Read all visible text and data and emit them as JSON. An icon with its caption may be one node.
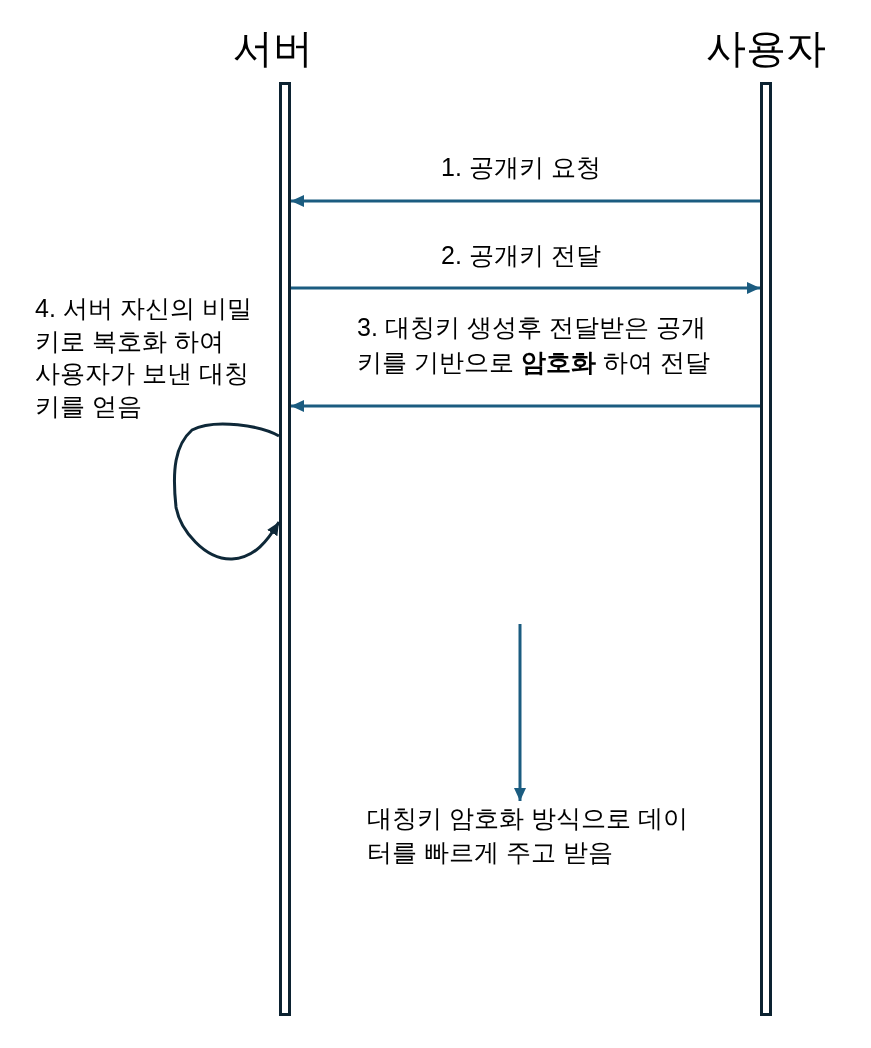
{
  "diagram": {
    "nodes": [
      {
        "text": [
          "서버"
        ]
      },
      {
        "text": [
          "사용자"
        ]
      },
      {
        "text": [
          "대칭키 암호화 방식으로 데이 터를 빠르게 주고 받음"
        ]
      }
    ],
    "edges": [
      {
        "from": 1,
        "to": 0,
        "arrow": "to",
        "label": "1. 공개키 요청"
      },
      {
        "from": 0,
        "to": 1,
        "arrow": "to",
        "label": "2. 공개키 전달"
      },
      {
        "from": 1,
        "to": 0,
        "arrow": "to",
        "label": "3. 대칭키 생성후 전달받은 공개 키를 기반으로 **암호화** 하여 전달"
      },
      {
        "from": 0,
        "to": 0,
        "arrow": "to",
        "label": "4. 서버 자신의 비밀 키로 복호화 하여 사용자가 보낸 대칭 키를 얻음",
        "color": "#0e2838"
      },
      {
        "from": null,
        "to": 2,
        "arrow": "to"
      }
    ]
  }
}
